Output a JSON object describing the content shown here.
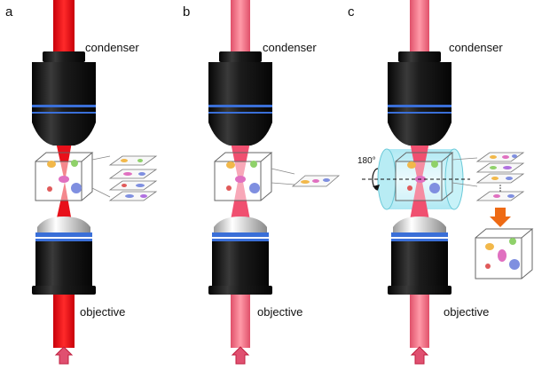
{
  "panels": [
    {
      "letter": "a",
      "condenser": "condenser",
      "objective": "objective"
    },
    {
      "letter": "b",
      "condenser": "condenser",
      "objective": "objective"
    },
    {
      "letter": "c",
      "condenser": "condenser",
      "objective": "objective",
      "rotation": "180°"
    }
  ],
  "colors": {
    "beam": "#e8101a",
    "beam_dark": "#b8000c",
    "lens_body": "#141414",
    "lens_ring": "#3a6fd8",
    "rotation_cylinder": "#bfeef5",
    "arrow": "#ee6a14",
    "cells": [
      "#f2b84a",
      "#8fd16a",
      "#e070c0",
      "#7f8fe0",
      "#e05a5a",
      "#b070e0"
    ]
  }
}
